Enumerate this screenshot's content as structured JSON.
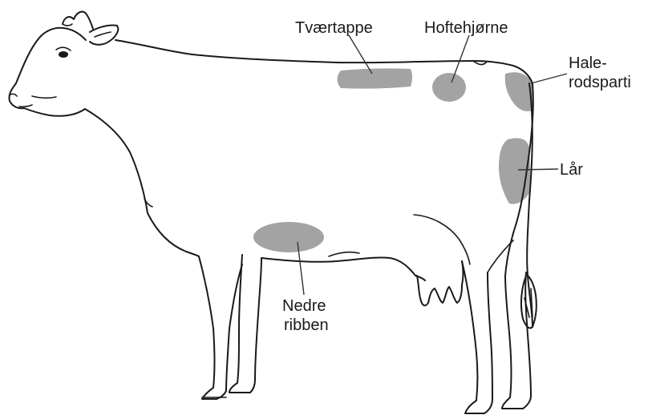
{
  "colors": {
    "outline": "#1a1a1a",
    "region_fill": "#a3a3a3",
    "background": "#ffffff"
  },
  "labels": {
    "tvaertappe": "Tværtappe",
    "hoftehjorne": "Hoftehjørne",
    "halerodsparti_line1": "Hale-",
    "halerodsparti_line2": "rodsparti",
    "lar": "Lår",
    "nedre_ribben_line1": "Nedre",
    "nedre_ribben_line2": "ribben"
  }
}
